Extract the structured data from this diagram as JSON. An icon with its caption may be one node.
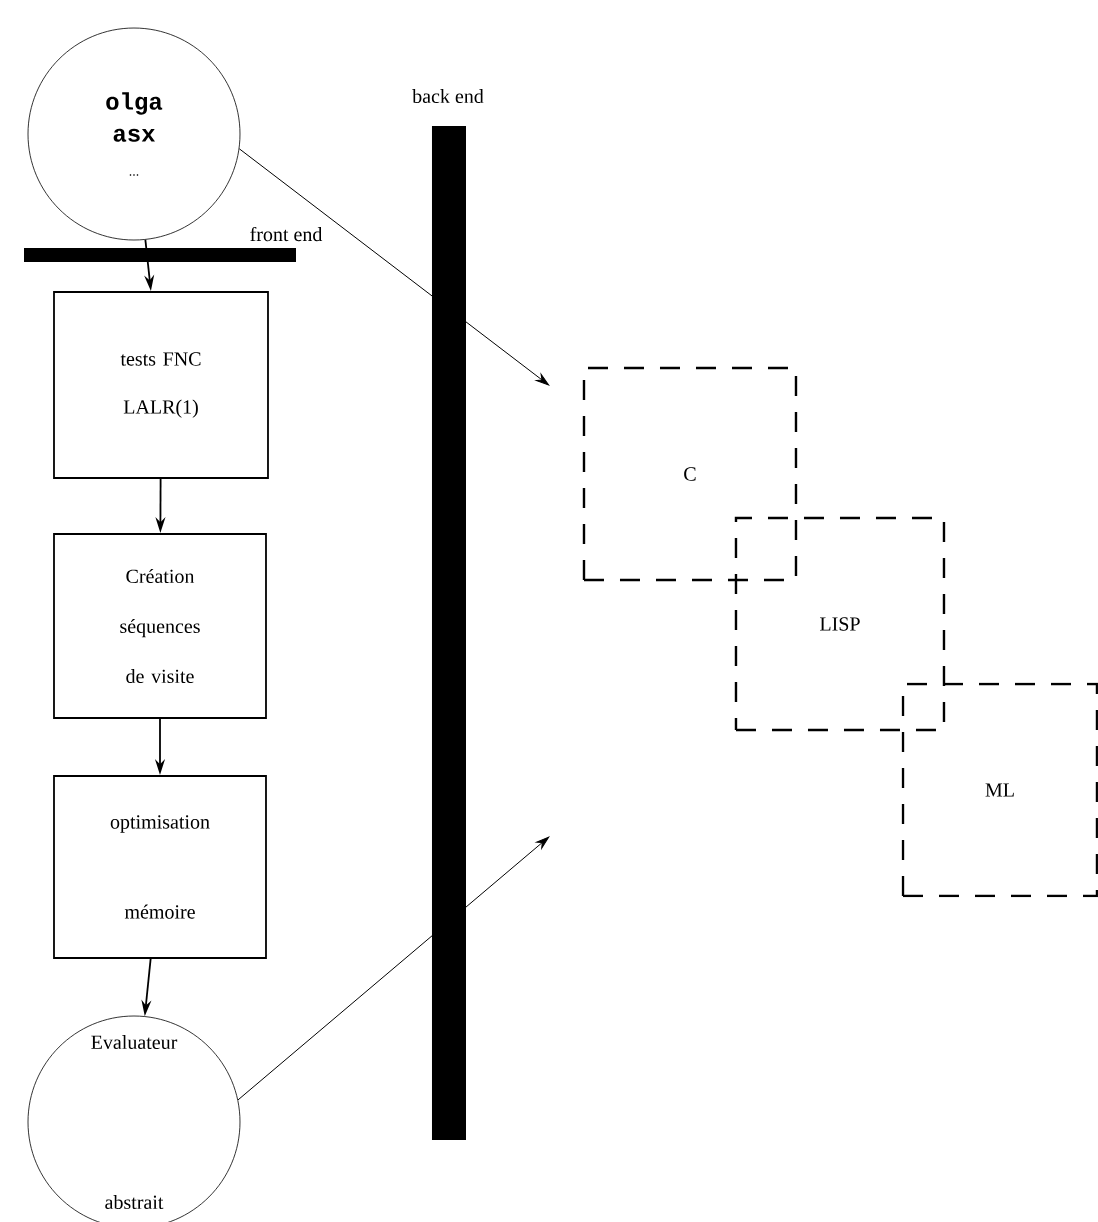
{
  "diagram": {
    "nodes": [
      {
        "text": [
          "olga asx",
          "..."
        ]
      },
      {
        "text": [
          "tests FNC LALR(1)"
        ]
      },
      {
        "text": [
          "Création séquences de visite"
        ]
      },
      {
        "text": [
          "optimisation mémoire"
        ]
      },
      {
        "text": [
          "Evaluateur abstrait"
        ]
      },
      {
        "text": [
          "C"
        ]
      },
      {
        "text": [
          "LISP"
        ]
      },
      {
        "text": [
          "ML"
        ]
      },
      {
        "text": [
          "back end"
        ]
      },
      {
        "text": [
          "front end"
        ]
      }
    ],
    "edges": [
      {
        "from": 0,
        "to": 1,
        "arrow": "to"
      },
      {
        "from": 1,
        "to": 2,
        "arrow": "to"
      },
      {
        "from": 2,
        "to": 3,
        "arrow": "to"
      },
      {
        "from": 3,
        "to": 4,
        "arrow": "to"
      },
      {
        "from": 0,
        "to": null,
        "arrow": "to"
      },
      {
        "from": 4,
        "to": null,
        "arrow": "to"
      }
    ]
  }
}
